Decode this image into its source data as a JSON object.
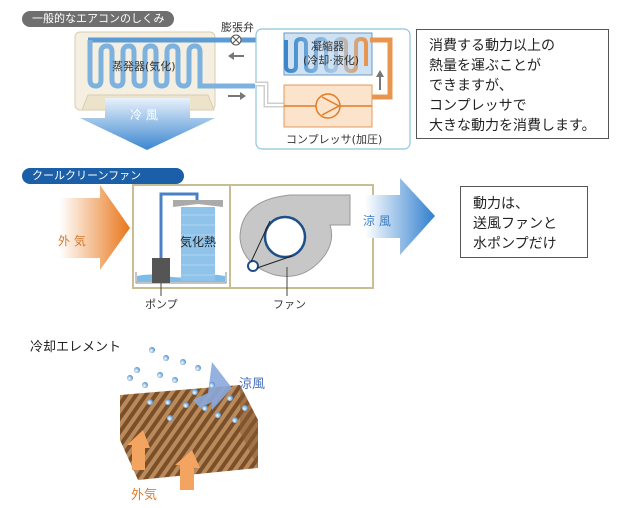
{
  "section1": {
    "title": "一般的なエアコンのしくみ",
    "evaporator_label": "蒸発器(気化)",
    "expansion_valve_label": "膨張弁",
    "condenser_label_line1": "凝縮器",
    "condenser_label_line2": "(冷却·液化)",
    "compressor_label": "コンプレッサ(加圧)",
    "cool_air_label": "冷 風",
    "note_lines": [
      "消費する動力以上の",
      "熱量を運ぶことが",
      "できますが、",
      "コンプレッサで",
      "大きな動力を消費します。"
    ]
  },
  "section2": {
    "title": "クールクリーンファン",
    "outside_air_label": "外 気",
    "vaporization_heat_label": "気化熱",
    "pump_label": "ポンプ",
    "fan_label": "ファン",
    "cool_breeze_label": "涼 風",
    "note_lines": [
      "動力は、",
      "送風ファンと",
      "水ポンプだけ"
    ]
  },
  "section3": {
    "title": "冷却エレメント",
    "cool_breeze_label": "涼風",
    "outside_air_label": "外気"
  },
  "colors": {
    "gray_pill": "#6f6f6f",
    "blue_pill": "#1b5fa8",
    "blue_pipe": "#3a86c8",
    "orange_pipe": "#e8954f",
    "cream_unit": "#f4efe0",
    "outside_air_orange": "#e87a1e",
    "cool_blue": "#2e7fd0",
    "element_brown": "#9a6a3e"
  }
}
